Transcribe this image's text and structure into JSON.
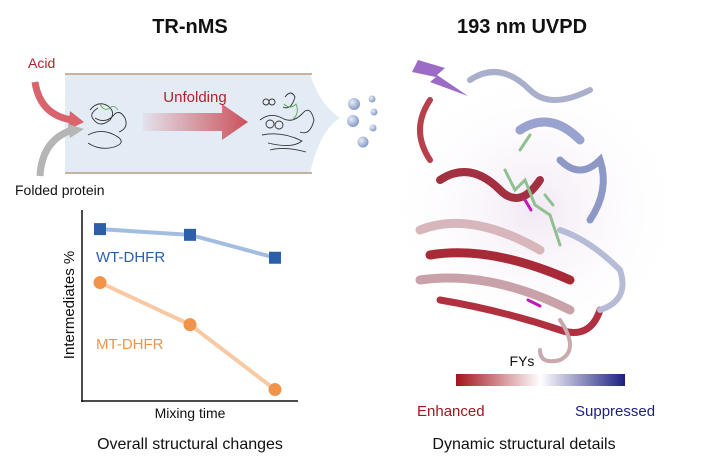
{
  "left": {
    "title": "TR-nMS",
    "acid_label": "Acid",
    "folded_label": "Folded protein",
    "unfolding_label": "Unfolding",
    "caption": "Overall structural changes",
    "plot": {
      "ylabel": "Intermediates %",
      "xlabel": "Mixing time",
      "series": [
        {
          "name": "WT-DHFR",
          "color": "#2d5fa8",
          "line": "#a3bde0",
          "values": [
            0.9,
            0.87,
            0.75
          ]
        },
        {
          "name": "MT-DHFR",
          "color": "#f0944c",
          "line": "#f8c9a2",
          "values": [
            0.62,
            0.4,
            0.06
          ]
        }
      ]
    }
  },
  "right": {
    "title": "193 nm UVPD",
    "colorbar_label": "FYs",
    "enhanced_label": "Enhanced",
    "suppressed_label": "Suppressed",
    "caption": "Dynamic structural details",
    "colors": {
      "enhanced": "#a3141e",
      "suppressed": "#1c1f80"
    }
  }
}
